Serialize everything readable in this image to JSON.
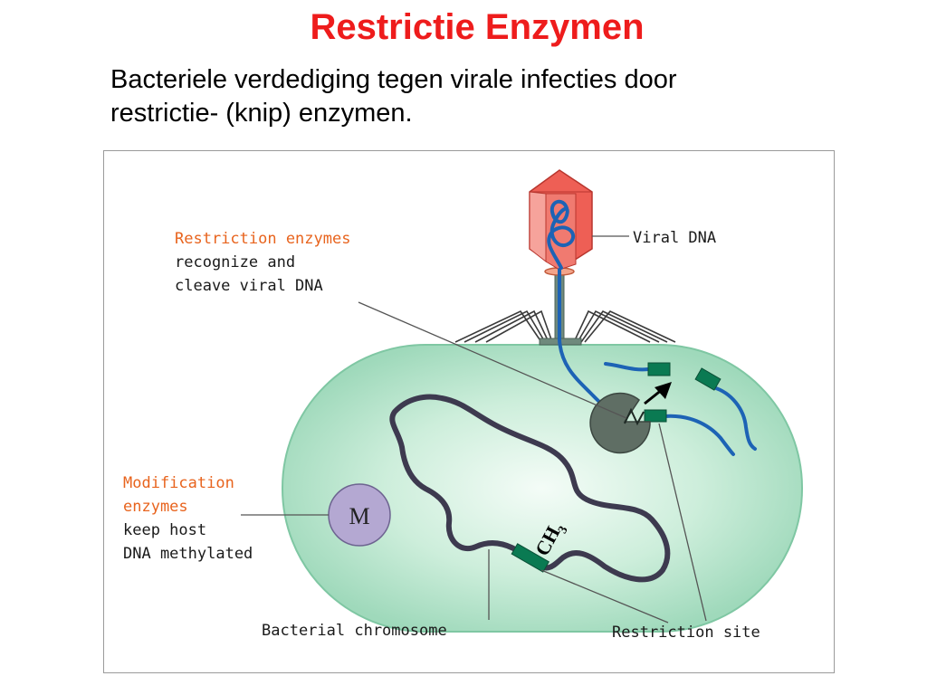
{
  "slide": {
    "title": "Restrictie Enzymen",
    "subtitle_line1": "Bacteriele verdediging tegen virale infecties door",
    "subtitle_line2": "restrictie- (knip) enzymen."
  },
  "diagram": {
    "restriction_label": {
      "line1": "Restriction enzymes",
      "line2": "recognize and",
      "line3": "cleave viral DNA"
    },
    "viral_dna_label": "Viral DNA",
    "modification_label": {
      "line1": "Modification",
      "line2": "enzymes",
      "line3": "keep host",
      "line4": "DNA methylated"
    },
    "methylase_letter": "M",
    "methyl_group": "CH",
    "methyl_subscript": "3",
    "chromosome_label": "Bacterial chromosome",
    "restriction_site_label": "Restriction site"
  },
  "colors": {
    "title_red": "#ee1c1c",
    "label_orange": "#e8641e",
    "cell_fill": "#a6dcc0",
    "cell_stroke": "#7fc7a3",
    "viral_dna_blue": "#1d63b5",
    "site_green": "#0a7a52",
    "chromosome": "#3d3a4f",
    "enzyme_gray": "#5f6e64",
    "methylase_purple": "#b4a8d2",
    "capsid_red": "#ee5f55"
  }
}
